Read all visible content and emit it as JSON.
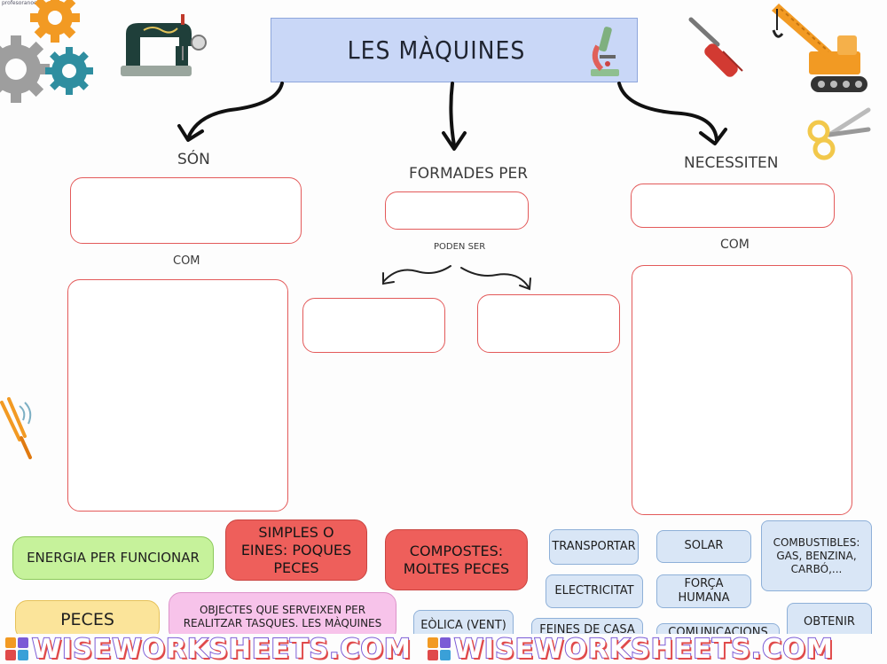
{
  "header": {
    "title": "LES MÀQUINES",
    "corner_text": "profesoranoelia"
  },
  "labels": {
    "son": "SÓN",
    "formades_per": "FORMADES PER",
    "necessiten": "NECESSITEN",
    "com_left": "COM",
    "com_right": "COM",
    "poden_ser": "PODEN SER"
  },
  "answer_chips": [
    {
      "text": "ENERGIA PER FUNCIONAR"
    },
    {
      "text": "SIMPLES O EINES: POQUES PECES"
    },
    {
      "text": "COMPOSTES: MOLTES PECES"
    },
    {
      "text": "TRANSPORTAR"
    },
    {
      "text": "SOLAR"
    },
    {
      "text": "COMBUSTIBLES: GAS, BENZINA, CARBÓ,..."
    },
    {
      "text": "ELECTRICITAT"
    },
    {
      "text": "FORÇA HUMANA"
    },
    {
      "text": "PECES"
    },
    {
      "text": "OBJECTES QUE SERVEIXEN PER REALITZAR TASQUES. LES MÀQUINES"
    },
    {
      "text": "EÒLICA (VENT)"
    },
    {
      "text": "FEINES DE CASA"
    },
    {
      "text": "COMUNICACIONS"
    },
    {
      "text": "OBTENIR"
    }
  ],
  "footer": {
    "watermark": "WISEWORKSHEETS.COM"
  },
  "colors": {
    "title_bg": "#c9d7f7",
    "drop_border": "#e35a5a",
    "green": "#c6f29b",
    "red": "#ee5f5b",
    "yellow": "#fbe49a",
    "pink": "#f7c3ea",
    "blue": "#d9e6f6"
  }
}
